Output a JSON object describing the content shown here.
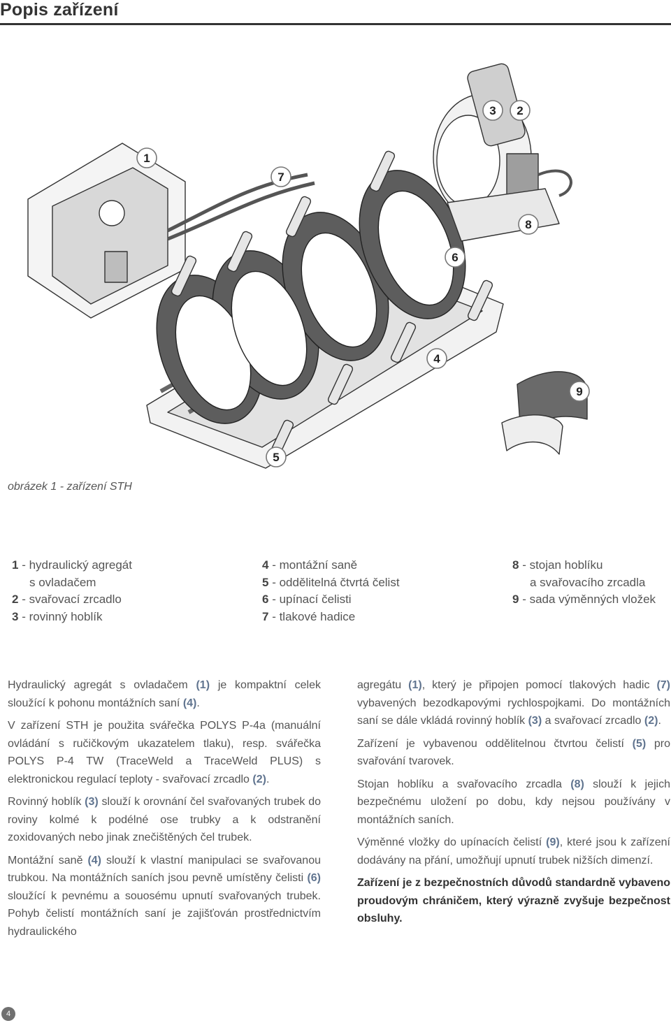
{
  "page": {
    "title": "Popis zařízení",
    "page_number": "4"
  },
  "figure": {
    "caption": "obrázek 1 - zařízení STH",
    "callouts": [
      "1",
      "2",
      "3",
      "4",
      "5",
      "6",
      "7",
      "8",
      "9"
    ]
  },
  "legend": {
    "col1": [
      {
        "num": "1",
        "text": " - hydraulický agregát"
      },
      {
        "num": "",
        "text": "s ovladačem",
        "indent": true
      },
      {
        "num": "2",
        "text": " - svařovací zrcadlo"
      },
      {
        "num": "3",
        "text": " - rovinný hoblík"
      }
    ],
    "col2": [
      {
        "num": "4",
        "text": " - montážní saně"
      },
      {
        "num": "5",
        "text": " - oddělitelná čtvrtá čelist"
      },
      {
        "num": "6",
        "text": " - upínací čelisti"
      },
      {
        "num": "7",
        "text": " - tlakové hadice"
      }
    ],
    "col3": [
      {
        "num": "8",
        "text": " - stojan hoblíku"
      },
      {
        "num": "",
        "text": "a svařovacího zrcadla",
        "indent": true
      },
      {
        "num": "9",
        "text": " - sada výměnných vložek"
      }
    ]
  },
  "body": {
    "left": {
      "p1_a": "Hydraulický agregát s ovladačem ",
      "p1_b": "(1)",
      "p1_c": " je kompaktní celek sloužící k pohonu montážních saní ",
      "p1_d": "(4)",
      "p1_e": ".",
      "p2_a": "V zařízení STH je použita svářečka POLYS P-4a (manuální ovládání s ručičkovým ukazatelem tlaku), resp. svářečka POLYS P-4 TW (TraceWeld a TraceWeld PLUS) s elektronickou regulací teploty - svařovací zrcadlo ",
      "p2_b": "(2)",
      "p2_c": ".",
      "p3_a": "Rovinný hoblík ",
      "p3_b": "(3)",
      "p3_c": " slouží k orovnání čel svařovaných trubek do roviny kolmé k podélné ose trubky a k odstranění zoxidovaných nebo jinak znečištěných čel trubek.",
      "p4_a": "Montážní saně ",
      "p4_b": "(4)",
      "p4_c": " slouží k vlastní manipulaci se svařovanou trubkou. Na montážních saních jsou pevně umístěny čelisti ",
      "p4_d": "(6)",
      "p4_e": " sloužící k pevnému a souosému upnutí svařovaných trubek. Pohyb čelistí montážních saní je zajišťován prostřednictvím hydraulického"
    },
    "right": {
      "p1_a": "agregátu ",
      "p1_b": "(1)",
      "p1_c": ", který je připojen pomocí tlakových hadic ",
      "p1_d": "(7)",
      "p1_e": " vybavených bezodkapovými rychlospojkami. Do montážních saní se dále vkládá rovinný hoblík ",
      "p1_f": "(3)",
      "p1_g": " a svařovací zrcadlo ",
      "p1_h": "(2)",
      "p1_i": ".",
      "p2_a": "Zařízení je vybavenou oddělitelnou čtvrtou čelistí ",
      "p2_b": "(5)",
      "p2_c": " pro svařování tvarovek.",
      "p3_a": "Stojan hoblíku a svařovacího zrcadla ",
      "p3_b": "(8)",
      "p3_c": " slouží k jejich bezpečnému uložení po dobu, kdy nejsou používány v montážních saních.",
      "p4_a": "Výměnné vložky do upínacích čelistí ",
      "p4_b": "(9)",
      "p4_c": ", které jsou k zařízení dodávány na přání, umožňují upnutí trubek nižších dimenzí.",
      "p5": "Zařízení je z bezpečnostních důvodů standardně vybaveno proudovým chráničem, který výrazně zvyšuje bezpečnost obsluhy."
    }
  }
}
